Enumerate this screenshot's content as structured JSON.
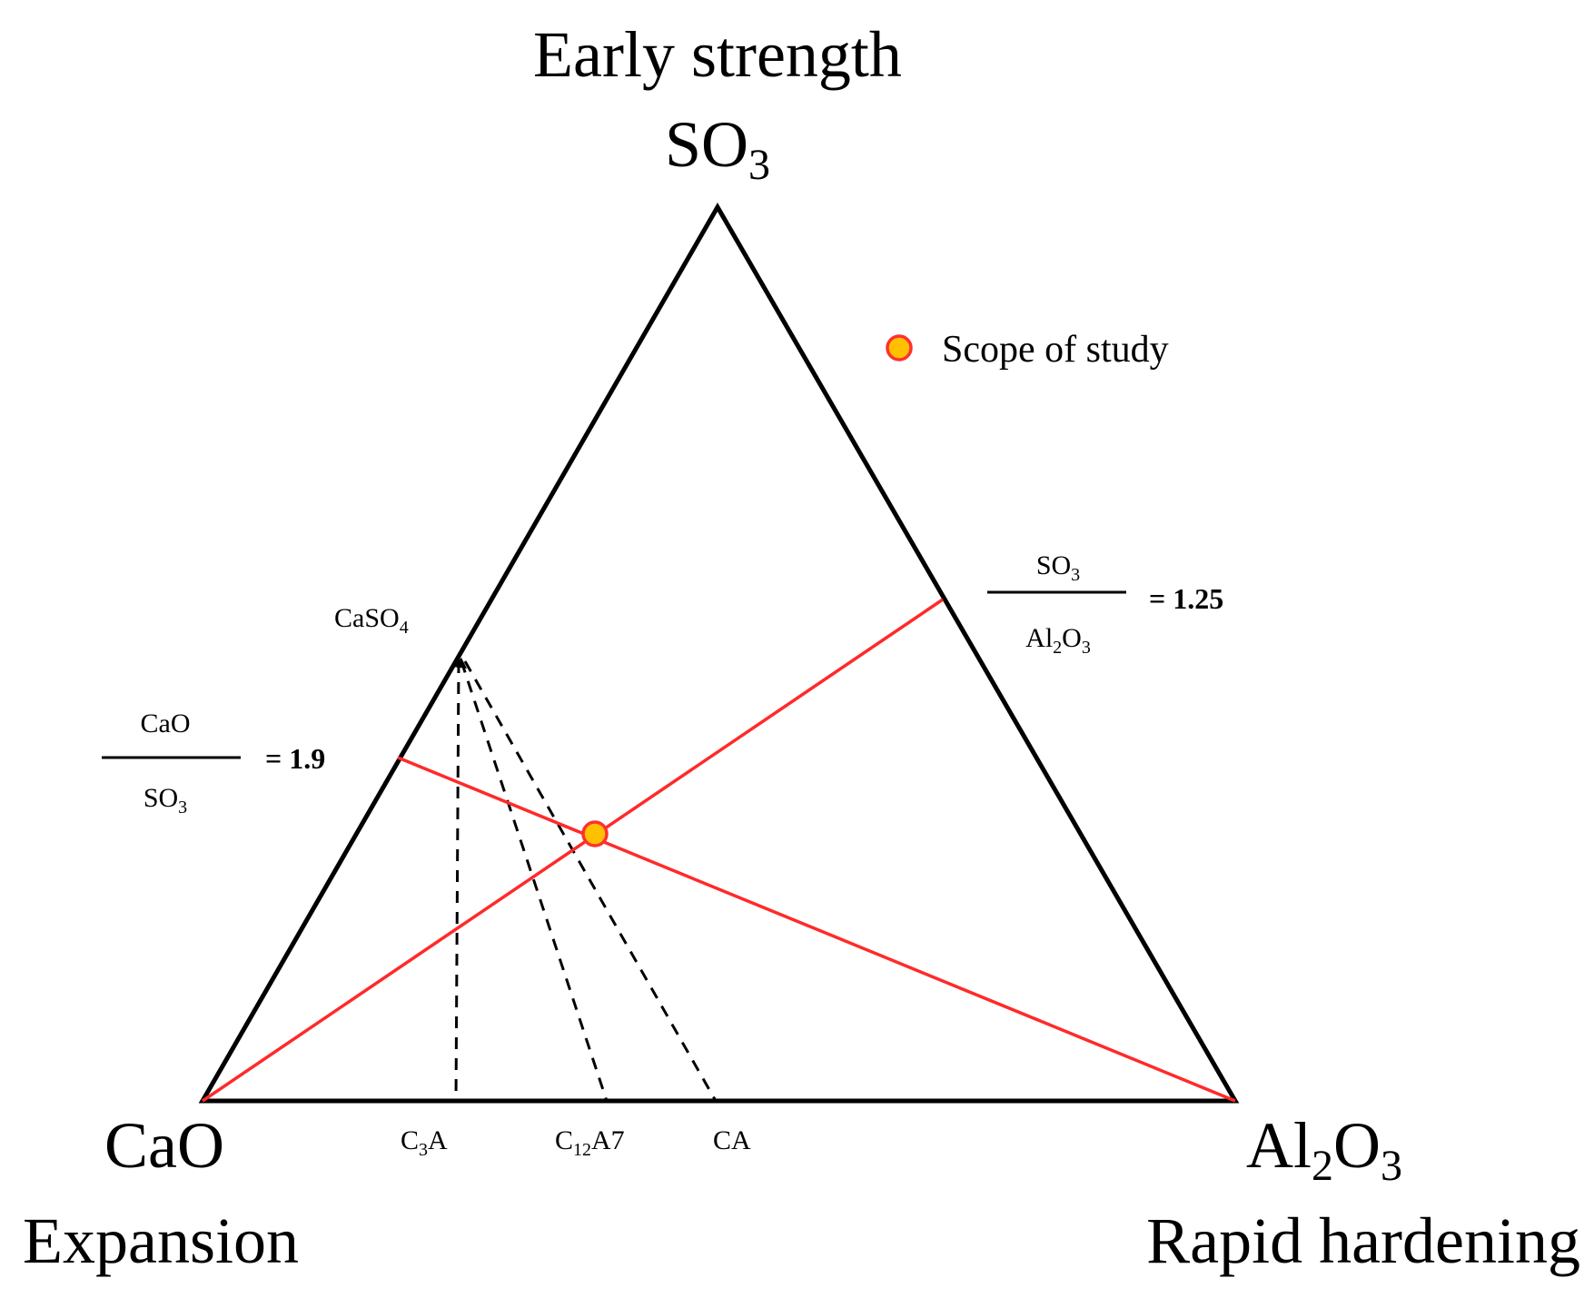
{
  "vertices": {
    "top": {
      "role": "Early strength",
      "formula": "SO",
      "sub": "3"
    },
    "left": {
      "formula": "CaO",
      "role": "Expansion"
    },
    "right": {
      "formula_a": "Al",
      "sub_a": "2",
      "formula_b": "O",
      "sub_b": "3",
      "role": "Rapid hardening"
    }
  },
  "legend": {
    "label": "Scope of study",
    "marker_fill": "#ffc000",
    "marker_stroke": "#ff3030"
  },
  "compounds": {
    "caso4": {
      "base": "CaSO",
      "sub": "4"
    },
    "c3a": {
      "a": "C",
      "sub": "3",
      "b": "A"
    },
    "c12a7": {
      "a": "C",
      "sub": "12",
      "b": "A7"
    },
    "ca": {
      "text": "CA"
    }
  },
  "ratios": {
    "cao_so3": {
      "numerator": "CaO",
      "denominator_base": "SO",
      "denominator_sub": "3",
      "value": "= 1.9"
    },
    "so3_al2o3": {
      "numerator_base": "SO",
      "numerator_sub": "3",
      "denominator_a": "Al",
      "denominator_sub_a": "2",
      "denominator_b": "O",
      "denominator_sub_b": "3",
      "value": "= 1.25"
    }
  },
  "colors": {
    "edge": "#000000",
    "ratio_line": "#ff2a2a",
    "dashed": "#000000"
  }
}
